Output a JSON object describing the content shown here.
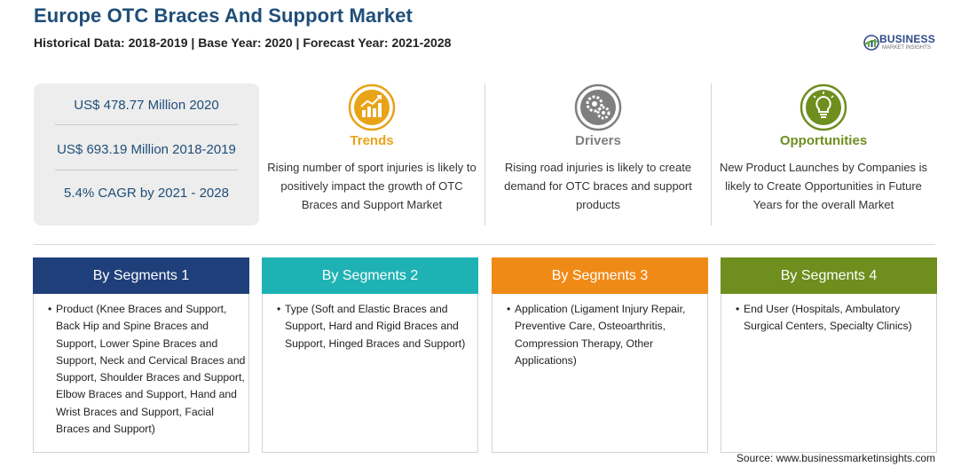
{
  "header": {
    "title": "Europe OTC Braces And Support Market",
    "subtitle": "Historical Data: 2018-2019 | Base Year: 2020 | Forecast Year: 2021-2028"
  },
  "logo": {
    "name": "BUSINESS",
    "tagline": "MARKET INSIGHTS"
  },
  "stats": [
    {
      "label": "US$ 478.77 Million 2020"
    },
    {
      "label": "US$ 693.19 Million 2018-2019"
    },
    {
      "label": "5.4% CAGR by 2021 - 2028"
    }
  ],
  "features": [
    {
      "title": "Trends",
      "color": "#e8a317",
      "icon": "trend-chart-icon",
      "text": "Rising number of sport injuries is likely to positively impact the growth of OTC Braces and Support Market"
    },
    {
      "title": "Drivers",
      "color": "#7f7f7f",
      "icon": "gears-icon",
      "text": "Rising road injuries is likely to create demand for OTC braces and support products"
    },
    {
      "title": "Opportunities",
      "color": "#6e8e1e",
      "icon": "lightbulb-icon",
      "text": "New Product Launches by Companies is likely to Create Opportunities in Future Years for the overall Market"
    }
  ],
  "segments": [
    {
      "title": "By Segments 1",
      "color": "#1f3f7a",
      "bullet": "•",
      "text": "Product (Knee Braces and Support, Back Hip and Spine Braces and Support, Lower Spine Braces and Support, Neck and Cervical Braces and Support, Shoulder Braces and Support, Elbow Braces and Support, Hand and Wrist Braces and Support, Facial Braces and Support)"
    },
    {
      "title": "By Segments 2",
      "color": "#1fb2b4",
      "bullet": "•",
      "text": "Type (Soft and Elastic Braces and Support, Hard and Rigid Braces and Support, Hinged Braces and Support)"
    },
    {
      "title": "By Segments 3",
      "color": "#f08a17",
      "bullet": "•",
      "text": "Application (Ligament Injury Repair, Preventive Care, Osteoarthritis, Compression Therapy, Other Applications)"
    },
    {
      "title": "By Segments 4",
      "color": "#6e8e1e",
      "bullet": "•",
      "text": "End User (Hospitals, Ambulatory Surgical Centers, Specialty Clinics)"
    }
  ],
  "source": "Source: www.businessmarketinsights.com"
}
